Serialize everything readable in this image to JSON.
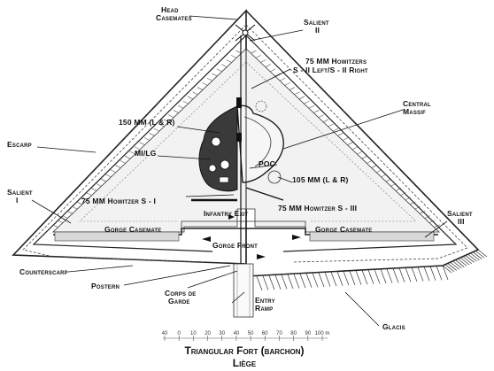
{
  "labels": {
    "head_casemates": [
      "Head",
      "Casemates"
    ],
    "salient_2": [
      "Salient",
      "II"
    ],
    "howitzers_75_s2": [
      "75 MM Howitzers",
      "S - II Left/S - II Right"
    ],
    "central_massif": [
      "Central",
      "Massif"
    ],
    "mm150": "150 MM (L & R)",
    "escarp": "Escarp",
    "milg": "MI/LG",
    "poc": "POC",
    "mm105": "105 MM (L & R)",
    "salient_1": [
      "Salient",
      "I"
    ],
    "howitzer_75_s1": "75 MM Howitzer S - I",
    "infantry_exit": "Infantry Exit",
    "howitzer_75_s3": "75 MM Howitzer S - III",
    "gorge_casemate_left": "Gorge Casemate",
    "gorge_casemate_right": "Gorge Casemate",
    "salient_3": [
      "Salient",
      "III"
    ],
    "gorge_front": "Gorge Front",
    "counterscarp": "Counterscarp",
    "postern": "Postern",
    "corps_de_garde": [
      "Corps de",
      "Garde"
    ],
    "entry_ramp": [
      "Entry",
      "Ramp"
    ],
    "glacis": "Glacis"
  },
  "scale": {
    "ticks": [
      "40",
      "0",
      "10",
      "20",
      "30",
      "40",
      "50",
      "60",
      "70",
      "80",
      "90",
      "100 m"
    ]
  },
  "title": {
    "line1": "Triangular Fort (barchon)",
    "line2": "Liège"
  }
}
